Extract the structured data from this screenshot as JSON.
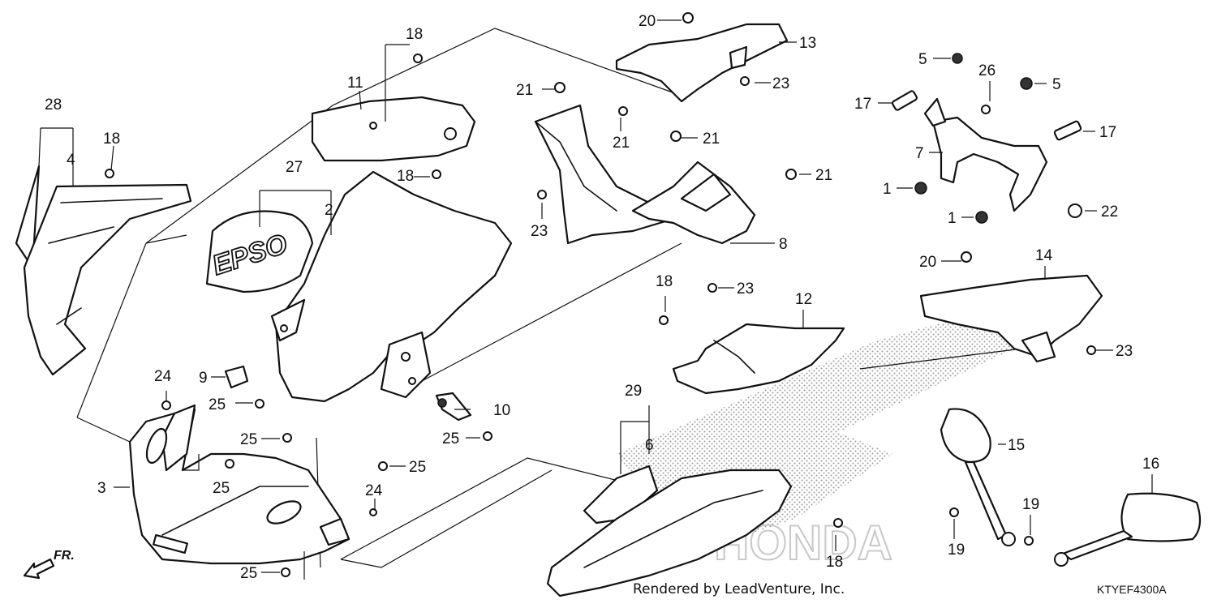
{
  "callouts": {
    "c1a": "1",
    "c1b": "1",
    "c2": "2",
    "c3": "3",
    "c4": "4",
    "c5a": "5",
    "c5b": "5",
    "c6": "6",
    "c7": "7",
    "c8": "8",
    "c9": "9",
    "c10": "10",
    "c11": "11",
    "c12": "12",
    "c13": "13",
    "c14": "14",
    "c15": "15",
    "c16": "16",
    "c17a": "17",
    "c17b": "17",
    "c18a": "18",
    "c18b": "18",
    "c18c": "18",
    "c18d": "18",
    "c18e": "18",
    "c19a": "19",
    "c19b": "19",
    "c20a": "20",
    "c20b": "20",
    "c21a": "21",
    "c21b": "21",
    "c21c": "21",
    "c21d": "21",
    "c22": "22",
    "c23a": "23",
    "c23b": "23",
    "c23c": "23",
    "c23d": "23",
    "c24a": "24",
    "c24b": "24",
    "c25a": "25",
    "c25b": "25",
    "c25c": "25",
    "c25d": "25",
    "c25e": "25",
    "c25f": "25",
    "c26": "26",
    "c27": "27",
    "c28": "28",
    "c29": "29"
  },
  "stamp_text": "EPSO",
  "watermark": "HONDA",
  "front_marker": "FR.",
  "footer": {
    "credit": "Rendered by LeadVenture, Inc.",
    "diagram_code": "KTYEF4300A"
  }
}
